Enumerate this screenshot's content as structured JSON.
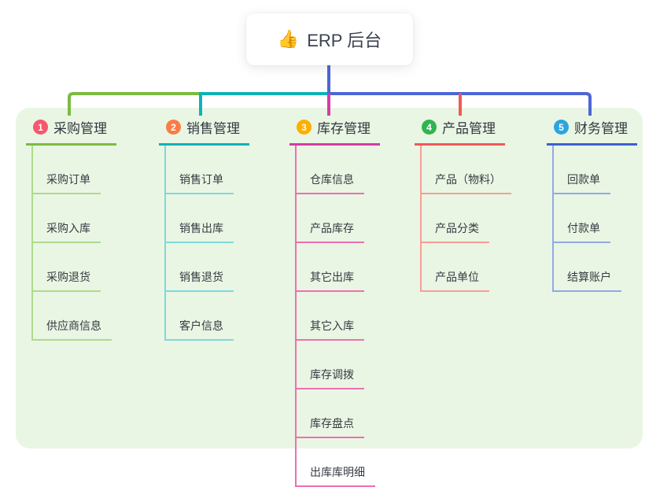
{
  "root": {
    "icon": "👍",
    "icon_name": "thumbs-up-icon",
    "label": "ERP 后台"
  },
  "branches": [
    {
      "num": "1",
      "label": "采购管理",
      "badge_color": "#F8566C",
      "line_color": "#7CBB3F",
      "sub_line_color": "#AFDA8C",
      "items": [
        "采购订单",
        "采购入库",
        "采购退货",
        "供应商信息"
      ]
    },
    {
      "num": "2",
      "label": "销售管理",
      "badge_color": "#F97D45",
      "line_color": "#0EB2B8",
      "sub_line_color": "#7FD8DB",
      "items": [
        "销售订单",
        "销售出库",
        "销售退货",
        "客户信息"
      ]
    },
    {
      "num": "3",
      "label": "库存管理",
      "badge_color": "#FFAE00",
      "line_color": "#D53CA4",
      "sub_line_color": "#F06FB2",
      "items": [
        "仓库信息",
        "产品库存",
        "其它出库",
        "其它入库",
        "库存调拨",
        "库存盘点",
        "出库库明细"
      ]
    },
    {
      "num": "4",
      "label": "产品管理",
      "badge_color": "#30B450",
      "line_color": "#F25858",
      "sub_line_color": "#F89D97",
      "items": [
        "产品（物料）",
        "产品分类",
        "产品单位"
      ]
    },
    {
      "num": "5",
      "label": "财务管理",
      "badge_color": "#2CA5E0",
      "line_color": "#3C60D0",
      "sub_line_color": "#92A9E2",
      "items": [
        "回款单",
        "付款单",
        "结算账户"
      ]
    }
  ],
  "colors": {
    "bus_blue": "#4D66D4",
    "panel_bg": "#E9F6E4",
    "card_bg": "#FFFFFF",
    "text_dark": "#363B42"
  }
}
